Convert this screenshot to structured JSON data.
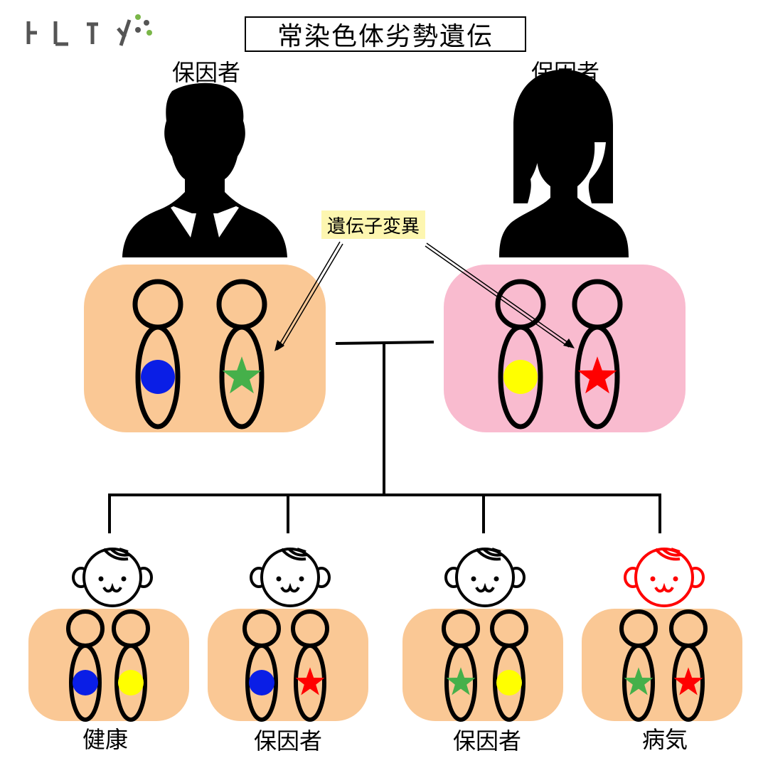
{
  "title": "常染色体劣勢遺伝",
  "logo": {
    "text": "トレイジ",
    "icon": "tlv-logo",
    "accent": "#7ab648"
  },
  "callout": "遺伝子変異",
  "colors": {
    "carrier_box": "#fac895",
    "mother_box": "#f9bbcf",
    "callout_bg": "#fdf6b0",
    "blue": "#0a1ee6",
    "green": "#45b04a",
    "yellow": "#ffff00",
    "red": "#ff0000"
  },
  "parents": [
    {
      "label": "保因者",
      "figure": "man-silhouette-icon",
      "alleles": [
        "blue-circle",
        "green-star"
      ]
    },
    {
      "label": "保因者",
      "figure": "woman-silhouette-icon",
      "alleles": [
        "yellow-circle",
        "red-star"
      ]
    }
  ],
  "children": [
    {
      "label": "健康",
      "figure": "baby-face-icon",
      "alleles": [
        "blue-circle",
        "yellow-circle"
      ]
    },
    {
      "label": "保因者",
      "figure": "baby-face-icon",
      "alleles": [
        "blue-circle",
        "red-star"
      ]
    },
    {
      "label": "保因者",
      "figure": "baby-face-icon",
      "alleles": [
        "green-star",
        "yellow-circle"
      ]
    },
    {
      "label": "病気",
      "figure": "baby-face-icon",
      "alleles": [
        "green-star",
        "red-star"
      ],
      "affected_color": "#ff0000"
    }
  ]
}
